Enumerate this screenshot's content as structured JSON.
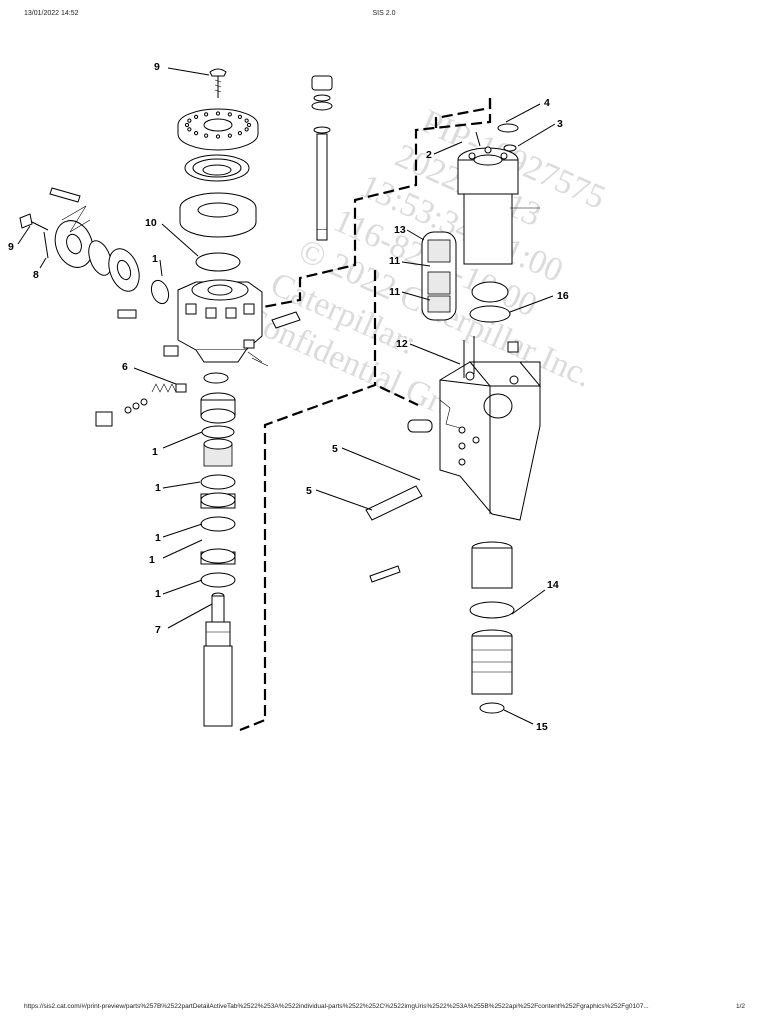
{
  "header": {
    "timestamp": "13/01/2022 14:52",
    "app_title": "SIS 2.0"
  },
  "footer": {
    "url": "https://sis2.cat.com/#/print-preview/parts%257B%2522partDetailActiveTab%2522%253A%2522individual-parts%2522%252C%2522imgUris%2522%253A%255B%2522api%252Fcontent%252Fgraphics%252Fg0107...",
    "page": "1/2"
  },
  "watermark": {
    "lines": [
      "PIP-10927575",
      "2022/01/13",
      "13:53:34+01:00",
      "116-8212-10:00",
      "© 2022 Caterpillar Inc.",
      "Caterpillar:",
      "Confidential Green"
    ]
  },
  "callouts": {
    "c9_top": "9",
    "c9_left": "9",
    "c8": "8",
    "c10": "10",
    "c1_a": "1",
    "c6": "6",
    "c1_b": "1",
    "c1_c": "1",
    "c1_d": "1",
    "c1_e": "1",
    "c1_f": "1",
    "c7": "7",
    "c4": "4",
    "c3": "3",
    "c2": "2",
    "c13": "13",
    "c11_a": "11",
    "c11_b": "11",
    "c16": "16",
    "c12": "12",
    "c5_a": "5",
    "c5_b": "5",
    "c14": "14",
    "c15": "15"
  }
}
